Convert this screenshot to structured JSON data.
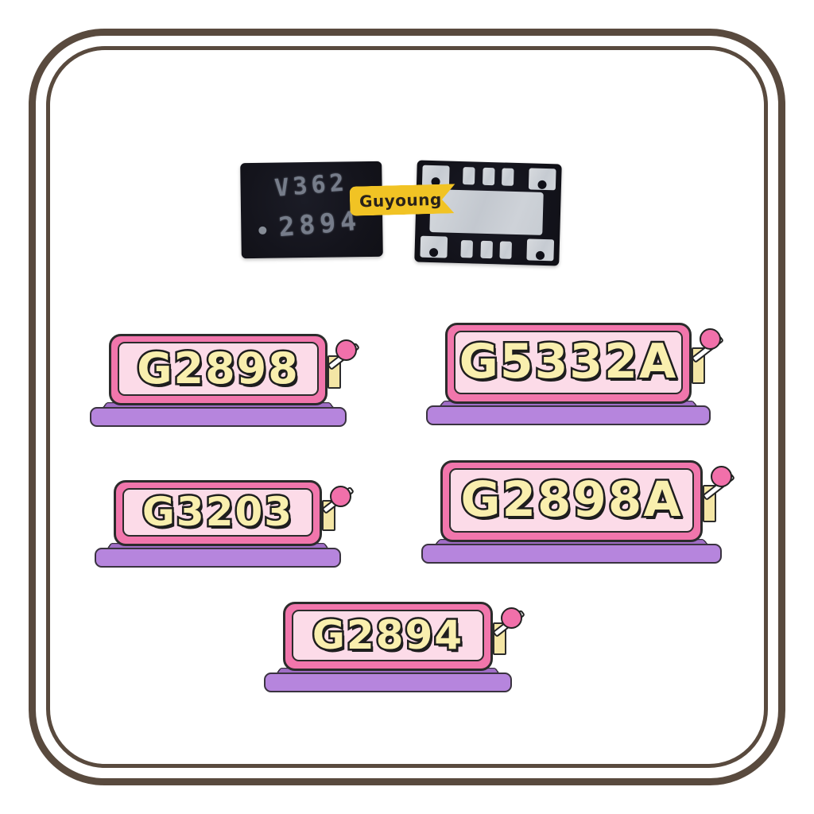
{
  "brand": {
    "name": "Guyoung"
  },
  "chip_photos": {
    "front_marking": {
      "line1": "V362",
      "line2": "2894"
    }
  },
  "signs": [
    {
      "label": "G2898"
    },
    {
      "label": "G5332A"
    },
    {
      "label": "G3203"
    },
    {
      "label": "G2898A"
    },
    {
      "label": "G2894"
    }
  ],
  "colors": {
    "frame_brown": "#594a3e",
    "sign_frame_pink": "#f176ac",
    "sign_panel_pink": "#fcdbe8",
    "sign_text_yellow": "#f9efae",
    "base_purple": "#b685dd",
    "base_purple_dark": "#a06dc6",
    "slot_yellow": "#f4e6a5",
    "lever_ball_pink": "#f170aa",
    "brand_banner_yellow": "#f1c324",
    "chip_body": "#14141c",
    "chip_pad_silver": "#ccd1d7"
  }
}
